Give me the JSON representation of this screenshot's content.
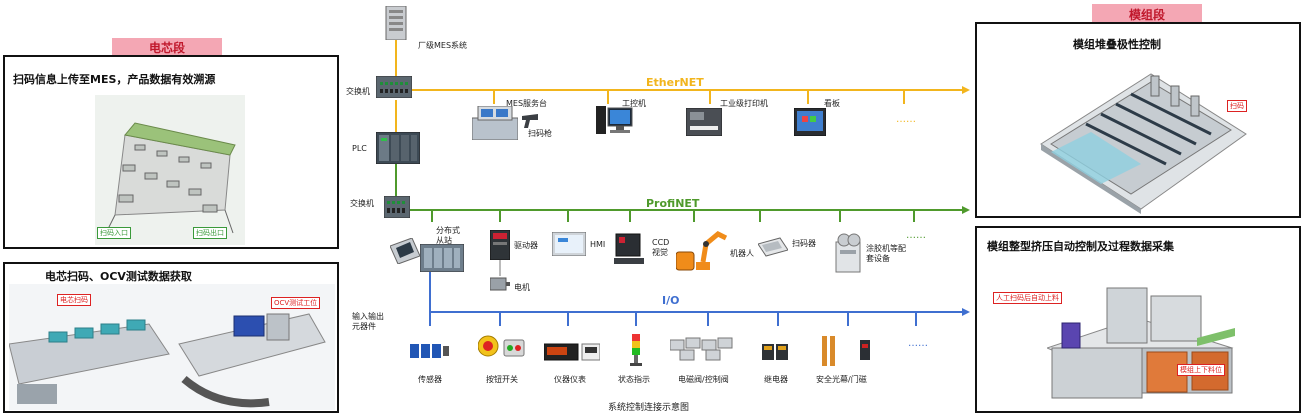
{
  "left": {
    "tag": "电芯段",
    "box1": {
      "title": "扫码信息上传至MES，产品数据有效溯源",
      "callouts": [
        "扫码入口",
        "扫码出口"
      ]
    },
    "box2": {
      "title": "电芯扫码、OCV测试数据获取",
      "callouts": [
        "电芯扫码",
        "OCV测试工位"
      ]
    }
  },
  "right": {
    "tag": "模组段",
    "box1": {
      "title": "模组堆叠极性控制",
      "callouts": [
        "扫码"
      ]
    },
    "box2": {
      "title": "模组整型挤压自动控制及过程数据采集",
      "callouts": [
        "人工扫码后自动上料",
        "模组上下料位"
      ]
    }
  },
  "center": {
    "server_label": "厂级MES系统",
    "switch1_label": "交换机",
    "plc_label": "PLC",
    "switch2_label": "交换机",
    "io_source_label": "输入输出元器件",
    "caption": "系统控制连接示意图",
    "networks": {
      "ethernet": {
        "label": "EtherNET",
        "color": "#f2b51d"
      },
      "profinet": {
        "label": "ProfiNET",
        "color": "#4f9a2c"
      },
      "io": {
        "label": "I/O",
        "color": "#3f6fd0"
      }
    },
    "ethernet_devices": [
      "MES服务台",
      "扫码枪",
      "工控机",
      "工业级打印机",
      "看板",
      "……"
    ],
    "profinet_devices": [
      "分布式从站",
      "驱动器",
      "电机",
      "HMI",
      "CCD视觉",
      "机器人",
      "扫码器",
      "涂胶机等配套设备",
      "……"
    ],
    "io_devices": [
      "传感器",
      "按钮开关",
      "仪器仪表",
      "状态指示",
      "电磁阀/控制阀",
      "继电器",
      "安全光幕/门磁",
      "……"
    ]
  }
}
